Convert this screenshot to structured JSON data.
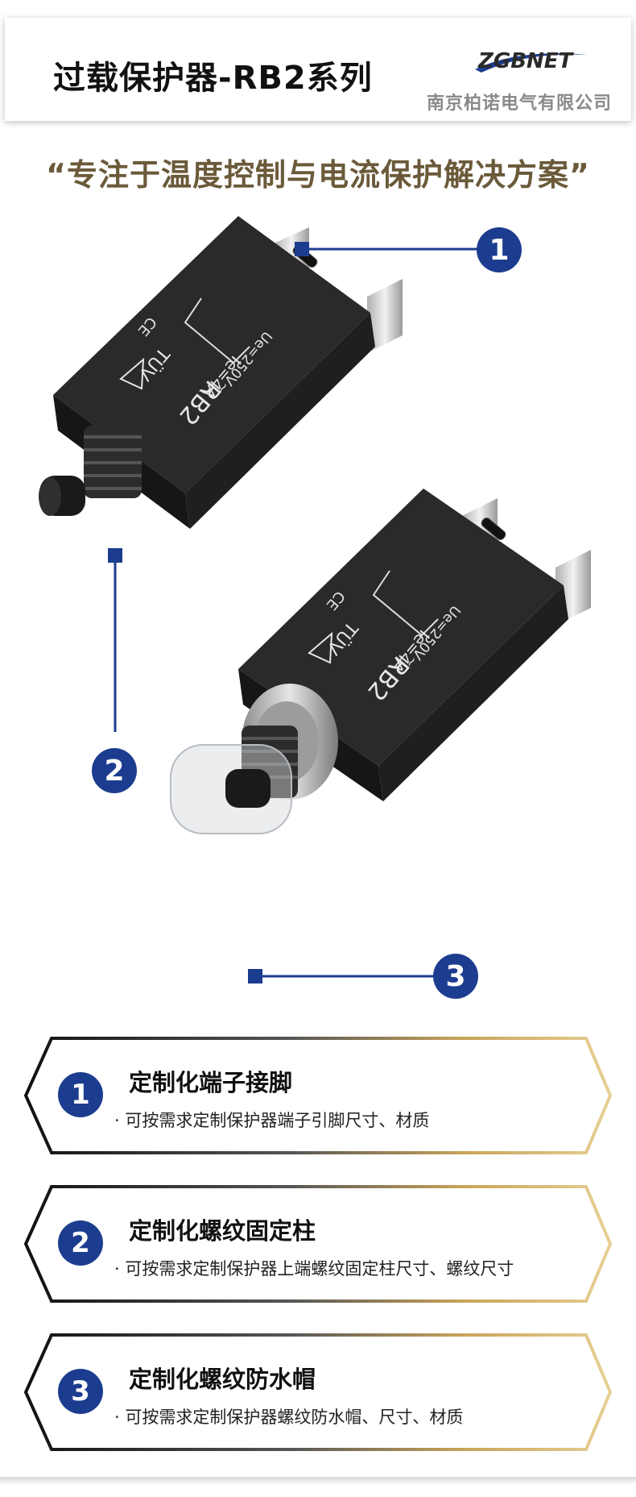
{
  "header": {
    "title": "过载保护器-RB2系列",
    "logo_text": "ZGBNET",
    "company": "南京柏诺电气有限公司"
  },
  "slogan": "“专注于温度控制与电流保护解决方案”",
  "product": {
    "model_label": "RB2",
    "current_label": "Ie=4A",
    "voltage_label": "Ue=250V~",
    "cert_label": "TÜV",
    "ce_label": "CE",
    "callouts": [
      "1",
      "2",
      "3"
    ]
  },
  "features": [
    {
      "number": "1",
      "title": "定制化端子接脚",
      "desc": "· 可按需求定制保护器端子引脚尺寸、材质"
    },
    {
      "number": "2",
      "title": "定制化螺纹固定柱",
      "desc": "· 可按需求定制保护器上端螺纹固定柱尺寸、螺纹尺寸"
    },
    {
      "number": "3",
      "title": "定制化螺纹防水帽",
      "desc": "· 可按需求定制保护器螺纹防水帽、尺寸、材质"
    }
  ],
  "colors": {
    "accent_blue": "#1c3d8f",
    "gold": "#c9a45a",
    "body_black": "#232323"
  }
}
